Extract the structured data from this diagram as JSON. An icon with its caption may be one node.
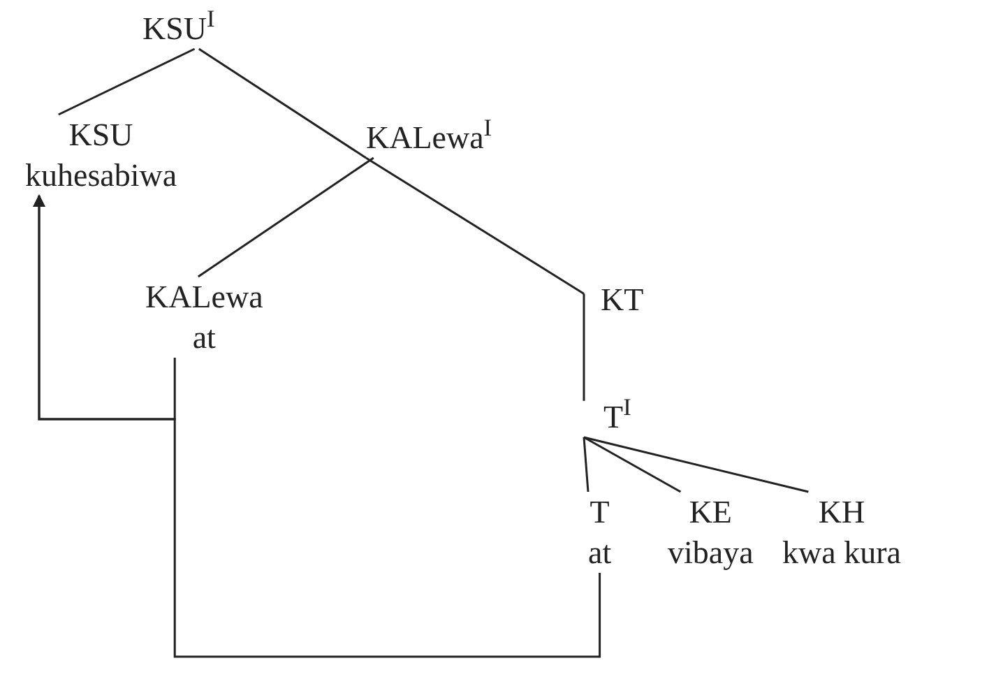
{
  "diagram": {
    "nodes": [
      {
        "text": [
          "KSU$^{I}$"
        ]
      },
      {
        "text": [
          "KSU",
          "kuhesabiwa"
        ]
      },
      {
        "text": [
          "KALewa$^{I}$"
        ]
      },
      {
        "text": [
          "KALewa",
          "at"
        ]
      },
      {
        "text": [
          "KT"
        ]
      },
      {
        "text": [
          "T$^{I}$"
        ]
      },
      {
        "text": [
          "T",
          "at"
        ]
      },
      {
        "text": [
          "KE",
          "vibaya"
        ]
      },
      {
        "text": [
          "KH",
          "kwa kura"
        ]
      }
    ],
    "edges": [
      {
        "from": 0,
        "to": 1,
        "arrow": "none"
      },
      {
        "from": 0,
        "to": 2,
        "arrow": "none"
      },
      {
        "from": 2,
        "to": 4,
        "arrow": "none"
      },
      {
        "from": 2,
        "to": 3,
        "arrow": "none"
      },
      {
        "from": 4,
        "to": 5,
        "arrow": "none"
      },
      {
        "from": 5,
        "to": 6,
        "arrow": "none"
      },
      {
        "from": 5,
        "to": 7,
        "arrow": "none"
      },
      {
        "from": 5,
        "to": 8,
        "arrow": "none"
      },
      {
        "from": 3,
        "to": 1,
        "arrow": "to"
      },
      {
        "from": 6,
        "to": 1,
        "arrow": "to"
      }
    ]
  }
}
